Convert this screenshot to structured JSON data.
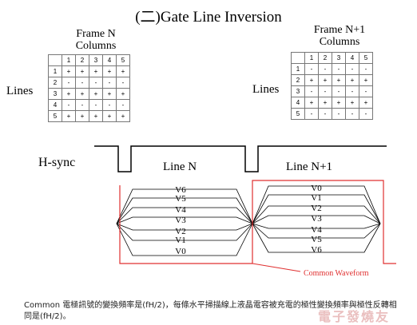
{
  "title": "(二)Gate Line Inversion",
  "frameN": {
    "caption_line1": "Frame N",
    "caption_line2": "Columns",
    "side_label": "Lines",
    "col_headers": [
      "1",
      "2",
      "3",
      "4",
      "5"
    ],
    "rows": [
      {
        "line": "1",
        "cells": [
          "+",
          "+",
          "+",
          "+",
          "+"
        ]
      },
      {
        "line": "2",
        "cells": [
          "-",
          "-",
          "-",
          "-",
          "-"
        ]
      },
      {
        "line": "3",
        "cells": [
          "+",
          "+",
          "+",
          "+",
          "+"
        ]
      },
      {
        "line": "4",
        "cells": [
          "-",
          "-",
          "-",
          "-",
          "-"
        ]
      },
      {
        "line": "5",
        "cells": [
          "+",
          "+",
          "+",
          "+",
          "+"
        ]
      }
    ]
  },
  "frameN1": {
    "caption_line1": "Frame N+1",
    "caption_line2": "Columns",
    "side_label": "Lines",
    "col_headers": [
      "1",
      "2",
      "3",
      "4",
      "5"
    ],
    "rows": [
      {
        "line": "1",
        "cells": [
          "-",
          "-",
          "-",
          "-",
          "-"
        ]
      },
      {
        "line": "2",
        "cells": [
          "+",
          "+",
          "+",
          "+",
          "+"
        ]
      },
      {
        "line": "3",
        "cells": [
          "-",
          "-",
          "-",
          "-",
          "-"
        ]
      },
      {
        "line": "4",
        "cells": [
          "+",
          "+",
          "+",
          "+",
          "+"
        ]
      },
      {
        "line": "5",
        "cells": [
          "-",
          "-",
          "-",
          "-",
          "-"
        ]
      }
    ]
  },
  "hsync": {
    "label": "H-sync",
    "line_n": "Line N",
    "line_n1": "Line N+1"
  },
  "waveform": {
    "left_labels": [
      "V6",
      "V5",
      "V4",
      "V3",
      "V2",
      "V1",
      "V0"
    ],
    "right_labels": [
      "V0",
      "V1",
      "V2",
      "V3",
      "V4",
      "V5",
      "V6"
    ],
    "common_label": "Common Waveform",
    "common_color": "#e03030"
  },
  "footnote": "Common 電極訊號的變換頻率是(fH/2)，每條水平掃描線上液晶電容被充電的極性變換頻率與極性反轉相同是(fH/2)。",
  "watermark": "電子發燒友"
}
